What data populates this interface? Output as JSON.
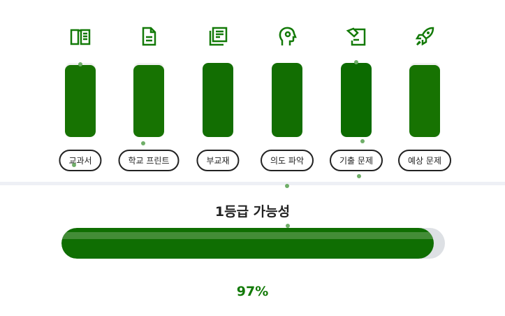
{
  "categories": [
    {
      "label": "교과서",
      "icon": "book-icon",
      "value": 97,
      "color": "#177302"
    },
    {
      "label": "학교 프린트",
      "icon": "document-icon",
      "value": 97,
      "color": "#177302"
    },
    {
      "label": "부교재",
      "icon": "newspaper-icon",
      "value": 100,
      "color": "#126e02"
    },
    {
      "label": "의도 파악",
      "icon": "head-gear-icon",
      "value": 100,
      "color": "#126e02"
    },
    {
      "label": "기출 문제",
      "icon": "exam-paper-icon",
      "value": 100,
      "color": "#0c6b00"
    },
    {
      "label": "예상 문제",
      "icon": "rocket-icon",
      "value": 97,
      "color": "#177302"
    }
  ],
  "result": {
    "title": "1등급 가능성",
    "percent_label": "97%",
    "value": 97
  },
  "colors": {
    "accent": "#137a08",
    "track": "#dde0e4"
  }
}
